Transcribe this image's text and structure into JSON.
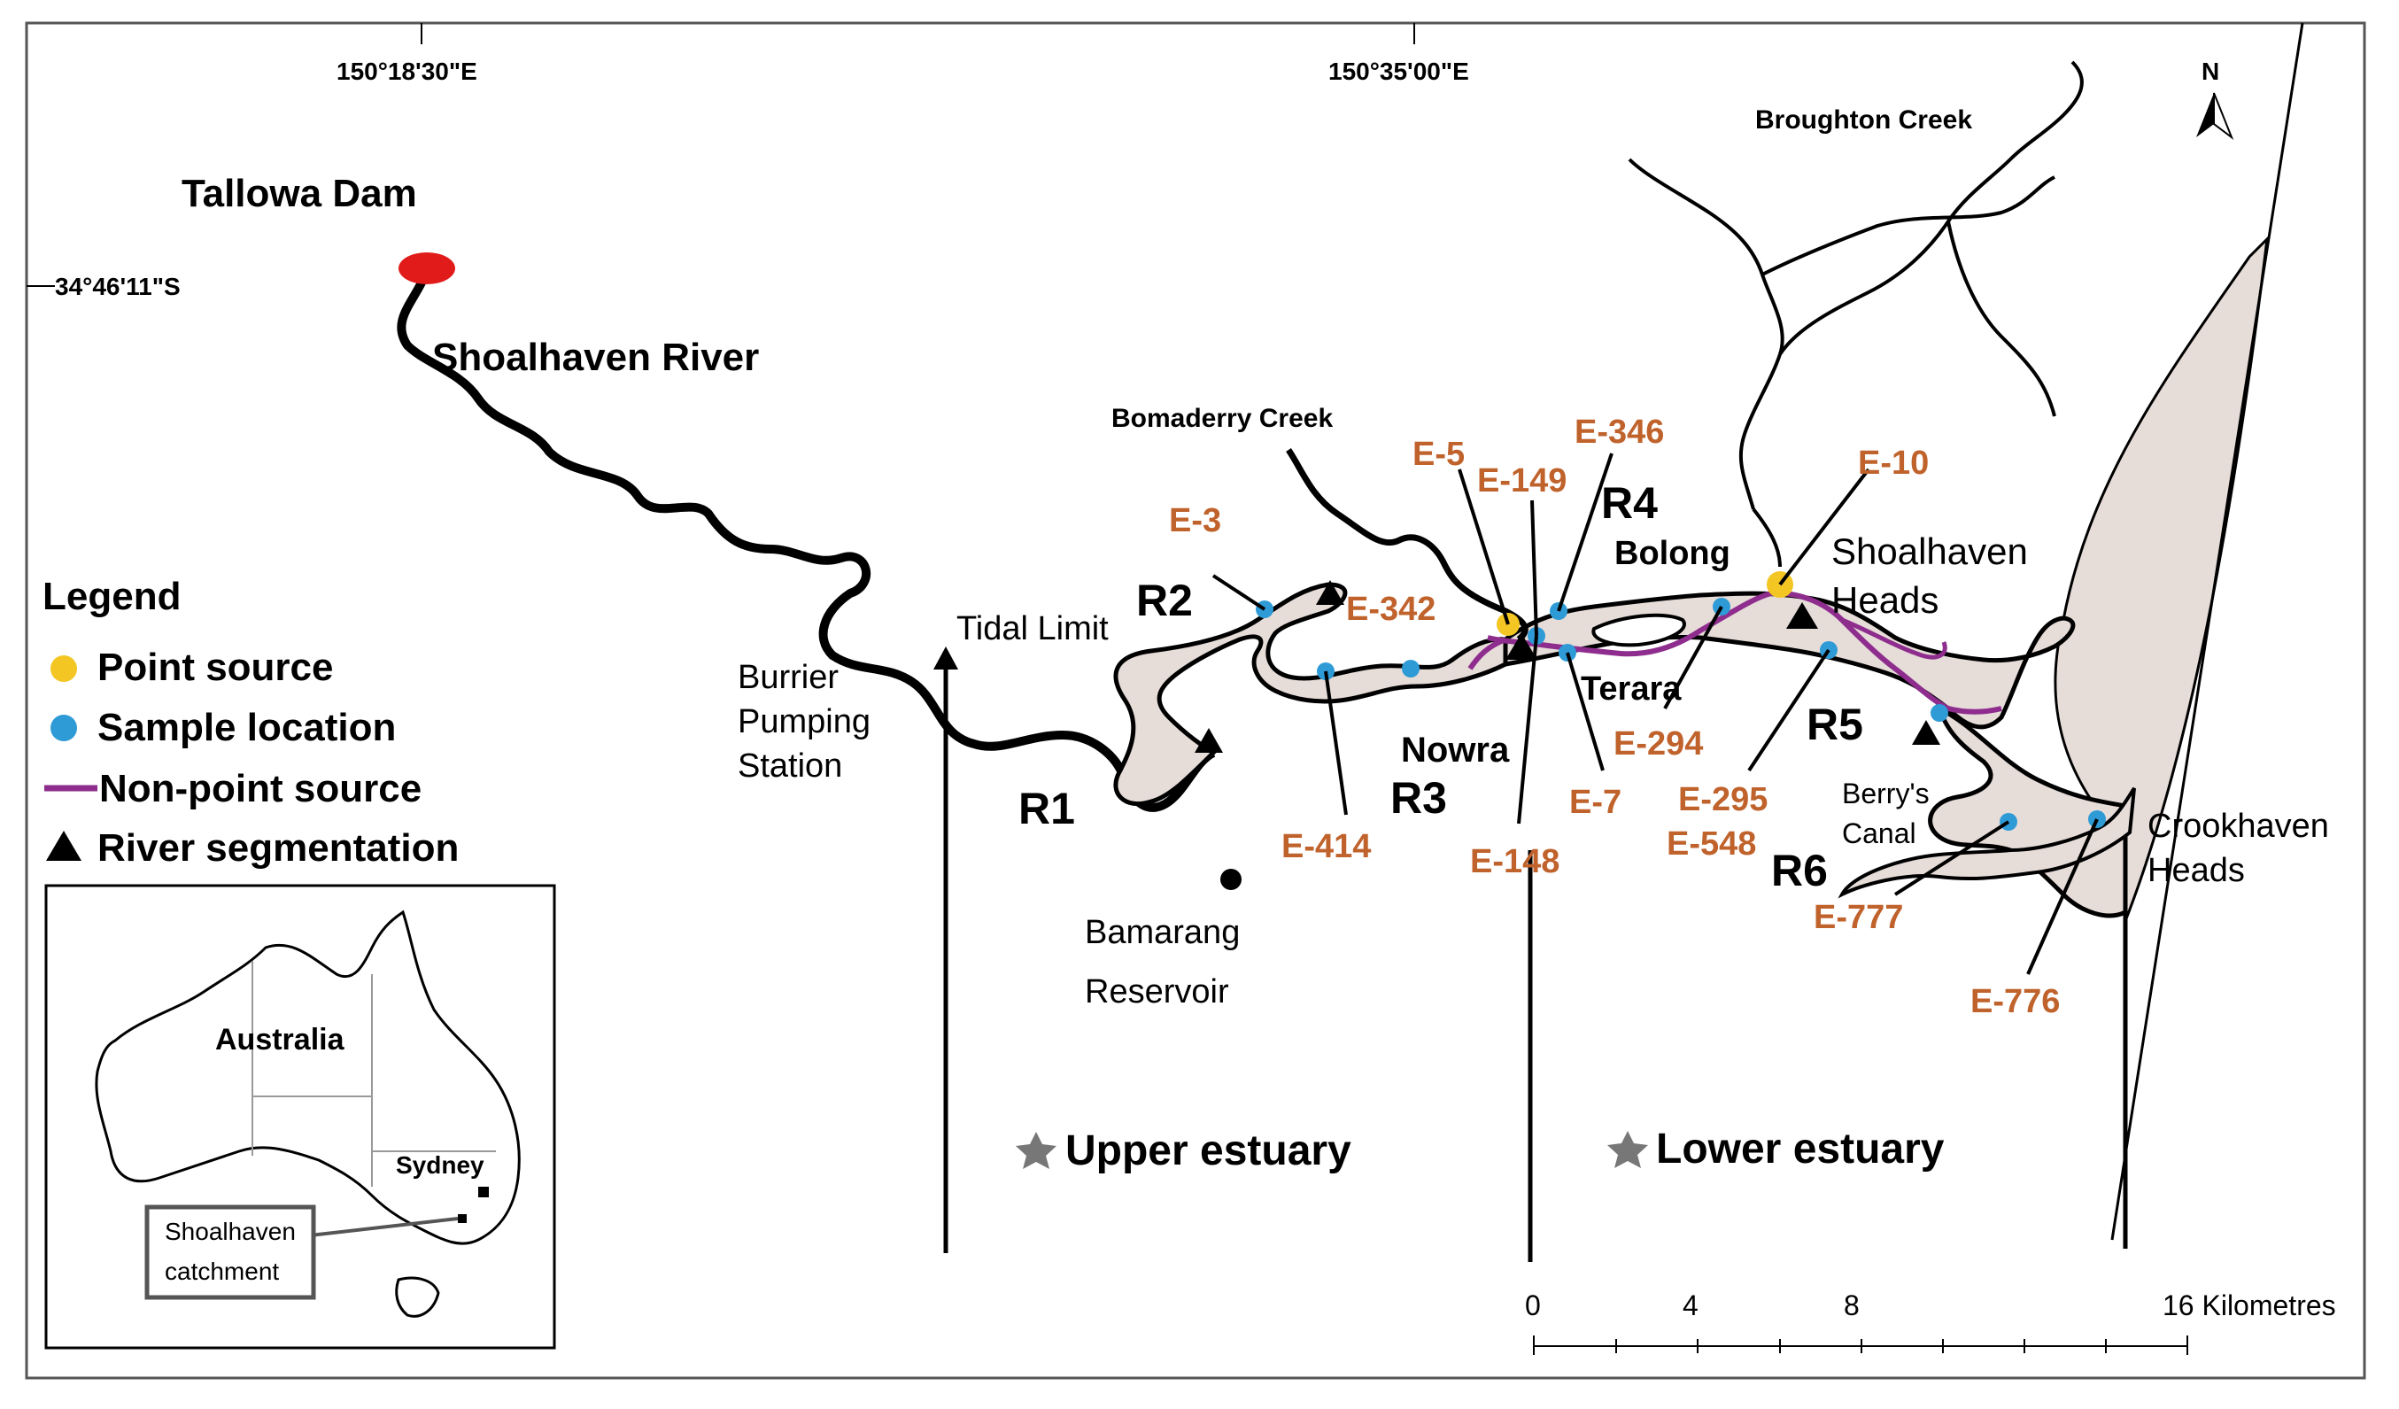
{
  "coordinates": {
    "lon1": "150°18'30\"E",
    "lon2": "150°35'00\"E",
    "lat1": "34°46'11\"S"
  },
  "north_arrow": "N",
  "places": {
    "tallowa_dam": "Tallowa Dam",
    "shoalhaven_river": "Shoalhaven River",
    "broughton_creek": "Broughton Creek",
    "bomaderry_creek": "Bomaderry Creek",
    "tidal_limit": "Tidal Limit",
    "burrier_1": "Burrier",
    "burrier_2": "Pumping",
    "burrier_3": "Station",
    "bolong": "Bolong",
    "shoalhaven_heads_1": "Shoalhaven",
    "shoalhaven_heads_2": "Heads",
    "terara": "Terara",
    "nowra": "Nowra",
    "berrys_canal_1": "Berry's",
    "berrys_canal_2": "Canal",
    "crookhaven_heads_1": "Crookhaven",
    "crookhaven_heads_2": "Heads",
    "bamarang_1": "Bamarang",
    "bamarang_2": "Reservoir"
  },
  "segments": {
    "r1": "R1",
    "r2": "R2",
    "r3": "R3",
    "r4": "R4",
    "r5": "R5",
    "r6": "R6"
  },
  "sites": {
    "e3": "E-3",
    "e342": "E-342",
    "e5": "E-5",
    "e149": "E-149",
    "e346": "E-346",
    "e10": "E-10",
    "e414": "E-414",
    "e148": "E-148",
    "e7": "E-7",
    "e294": "E-294",
    "e295": "E-295",
    "e548": "E-548",
    "e777": "E-777",
    "e776": "E-776"
  },
  "zones": {
    "upper": "Upper estuary",
    "lower": "Lower estuary"
  },
  "legend": {
    "title": "Legend",
    "point_source": "Point source",
    "sample_location": "Sample location",
    "non_point_source": "Non-point source",
    "river_segmentation": "River segmentation"
  },
  "inset": {
    "australia": "Australia",
    "sydney": "Sydney",
    "catchment_1": "Shoalhaven",
    "catchment_2": "catchment"
  },
  "scale_bar": {
    "t0": "0",
    "t4": "4",
    "t8": "8",
    "t16": "16 Kilometres"
  },
  "colors": {
    "river": "#000000",
    "estuary_fill": "#e6dcd8",
    "point_source": "#f3c623",
    "sample_location": "#2e9bd6",
    "non_point_source": "#8e2d8e",
    "dam": "#e11a1a",
    "site_label": "#c0622b",
    "star": "#777777"
  }
}
